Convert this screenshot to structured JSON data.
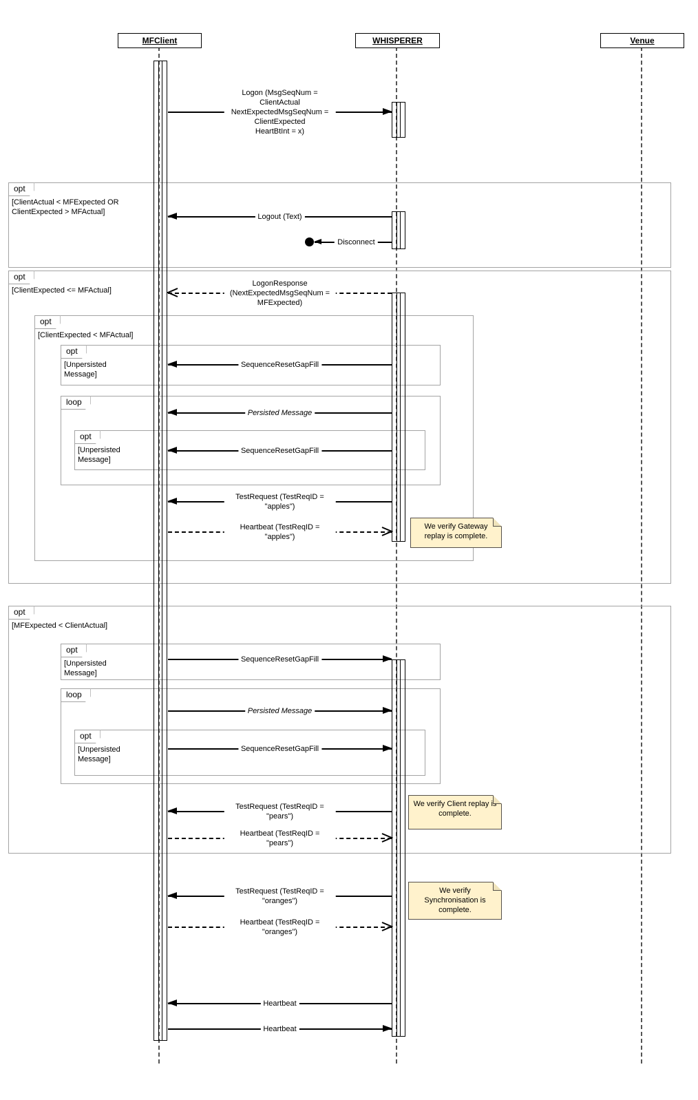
{
  "participants": [
    {
      "name": "MFClient"
    },
    {
      "name": "WHISPERER"
    },
    {
      "name": "Venue"
    }
  ],
  "frames": [
    {
      "kind": "opt",
      "guard": "[ClientActual < MFExpected OR\nClientExpected > MFActual]"
    },
    {
      "kind": "opt",
      "guard": "[ClientExpected <= MFActual]"
    },
    {
      "kind": "opt",
      "guard": "[ClientExpected < MFActual]"
    },
    {
      "kind": "opt",
      "guard": "[Unpersisted\nMessage]"
    },
    {
      "kind": "loop",
      "guard": ""
    },
    {
      "kind": "opt",
      "guard": "[Unpersisted\nMessage]"
    },
    {
      "kind": "opt",
      "guard": "[MFExpected < ClientActual]"
    },
    {
      "kind": "opt",
      "guard": "[Unpersisted\nMessage]"
    },
    {
      "kind": "loop",
      "guard": ""
    },
    {
      "kind": "opt",
      "guard": "[Unpersisted\nMessage]"
    }
  ],
  "messages": [
    {
      "label": "Logon (MsgSeqNum = ClientActual\nNextExpectedMsgSeqNum = ClientExpected\nHeartBtInt = x)"
    },
    {
      "label": "Logout (Text)"
    },
    {
      "label": "Disconnect"
    },
    {
      "label": "LogonResponse\n(NextExpectedMsgSeqNum = MFExpected)"
    },
    {
      "label": "SequenceResetGapFill"
    },
    {
      "label": "Persisted Message"
    },
    {
      "label": "SequenceResetGapFill"
    },
    {
      "label": "TestRequest (TestReqID = \"apples\")"
    },
    {
      "label": "Heartbeat (TestReqID = \"apples\")"
    },
    {
      "label": "SequenceResetGapFill"
    },
    {
      "label": "Persisted Message"
    },
    {
      "label": "SequenceResetGapFill"
    },
    {
      "label": "TestRequest (TestReqID = \"pears\")"
    },
    {
      "label": "Heartbeat (TestReqID = \"pears\")"
    },
    {
      "label": "TestRequest (TestReqID = \"oranges\")"
    },
    {
      "label": "Heartbeat (TestReqID = \"oranges\")"
    },
    {
      "label": "Heartbeat"
    },
    {
      "label": "Heartbeat"
    }
  ],
  "notes": [
    {
      "text": "We verify Gateway\nreplay is complete."
    },
    {
      "text": "We verify Client replay is\ncomplete."
    },
    {
      "text": "We verify\nSynchronisation is\ncomplete."
    }
  ],
  "colors": {
    "note_fill": "#fff2cc",
    "frame_border": "#a3a3a3",
    "line": "#000000"
  }
}
